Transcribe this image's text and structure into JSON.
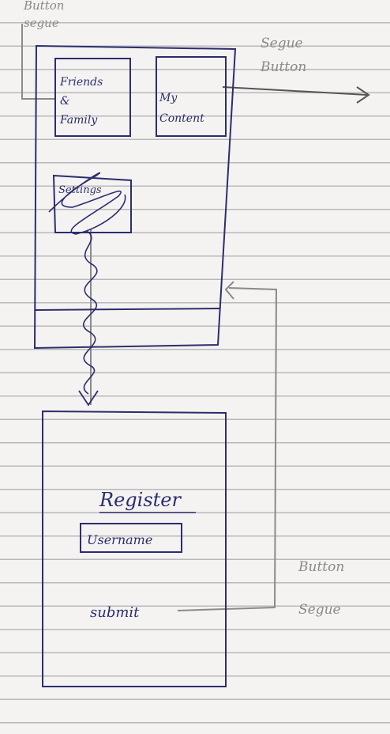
{
  "labels": {
    "top_left_note": "Button segue",
    "top_right_note": "Segue Button",
    "bottom_right_note": "Button Segue"
  },
  "home_screen": {
    "friends_family": "Friends & Family",
    "my_content": "My Content",
    "settings": "Settings"
  },
  "register_screen": {
    "title": "Register",
    "username": "Username",
    "submit": "submit"
  },
  "colors": {
    "ink_blue": "#2c2d6e",
    "pencil_grey": "#8a8a8a",
    "paper": "#f4f3f1",
    "rule_line": "#b9b8bc"
  }
}
